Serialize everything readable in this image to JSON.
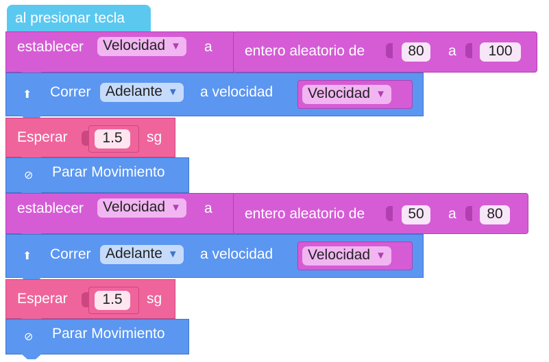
{
  "hat": {
    "label": "al presionar tecla"
  },
  "blocks": [
    {
      "set_label": "establecer",
      "var": "Velocidad",
      "to": "a",
      "random_label": "entero aleatorio de",
      "from": "80",
      "sep": "a",
      "to_val": "100"
    },
    {
      "run_label": "Correr",
      "direction": "Adelante",
      "speed_label": "a velocidad",
      "speed_var": "Velocidad"
    },
    {
      "wait_label": "Esperar",
      "wait_val": "1.5",
      "unit": "sg"
    },
    {
      "stop_label": "Parar Movimiento"
    },
    {
      "set_label": "establecer",
      "var": "Velocidad",
      "to": "a",
      "random_label": "entero aleatorio de",
      "from": "50",
      "sep": "a",
      "to_val": "80"
    },
    {
      "run_label": "Correr",
      "direction": "Adelante",
      "speed_label": "a velocidad",
      "speed_var": "Velocidad"
    },
    {
      "wait_label": "Esperar",
      "wait_val": "1.5",
      "unit": "sg"
    },
    {
      "stop_label": "Parar Movimiento"
    }
  ],
  "icons": {
    "run": "arrow-up-icon",
    "stop": "stop-icon",
    "dropdown": "caret-down-icon"
  },
  "colors": {
    "hat": "#5bc8f0",
    "set": "#d65cd6",
    "motion": "#5b96f0",
    "wait": "#f0649c"
  }
}
